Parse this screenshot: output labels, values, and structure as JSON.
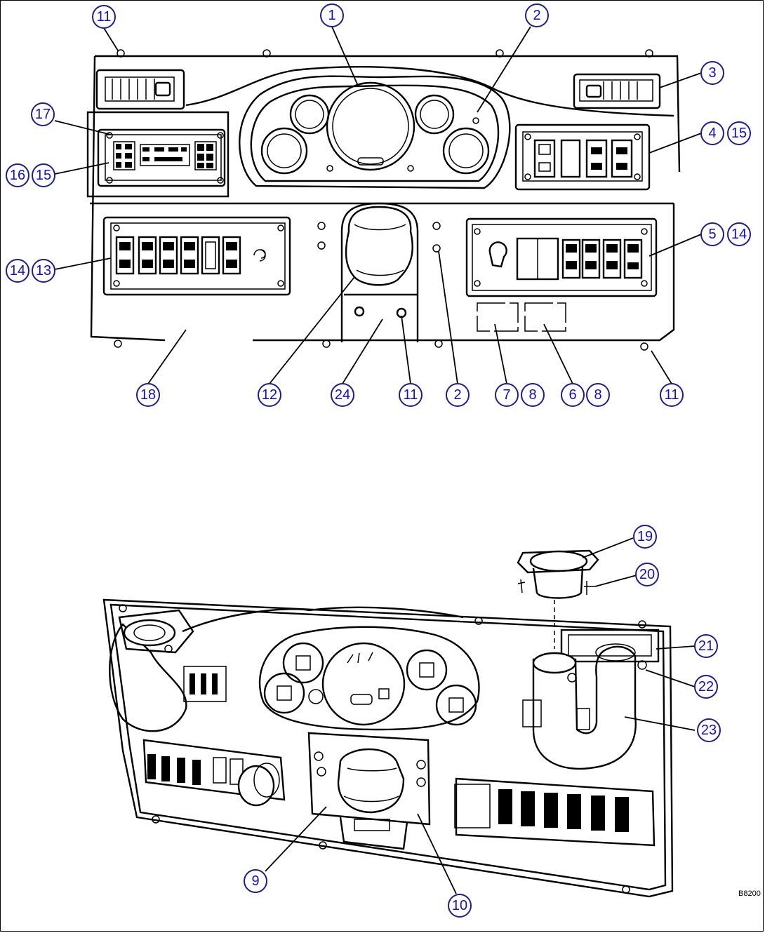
{
  "diagram": {
    "title": "",
    "drawing_code": "B8200",
    "callout_color": "#1010c8",
    "callouts": [
      "1",
      "2",
      "3",
      "4",
      "15",
      "5",
      "14",
      "6",
      "8",
      "7",
      "11",
      "12",
      "13",
      "16",
      "17",
      "18",
      "24",
      "19",
      "20",
      "21",
      "22",
      "23",
      "9",
      "10"
    ]
  }
}
